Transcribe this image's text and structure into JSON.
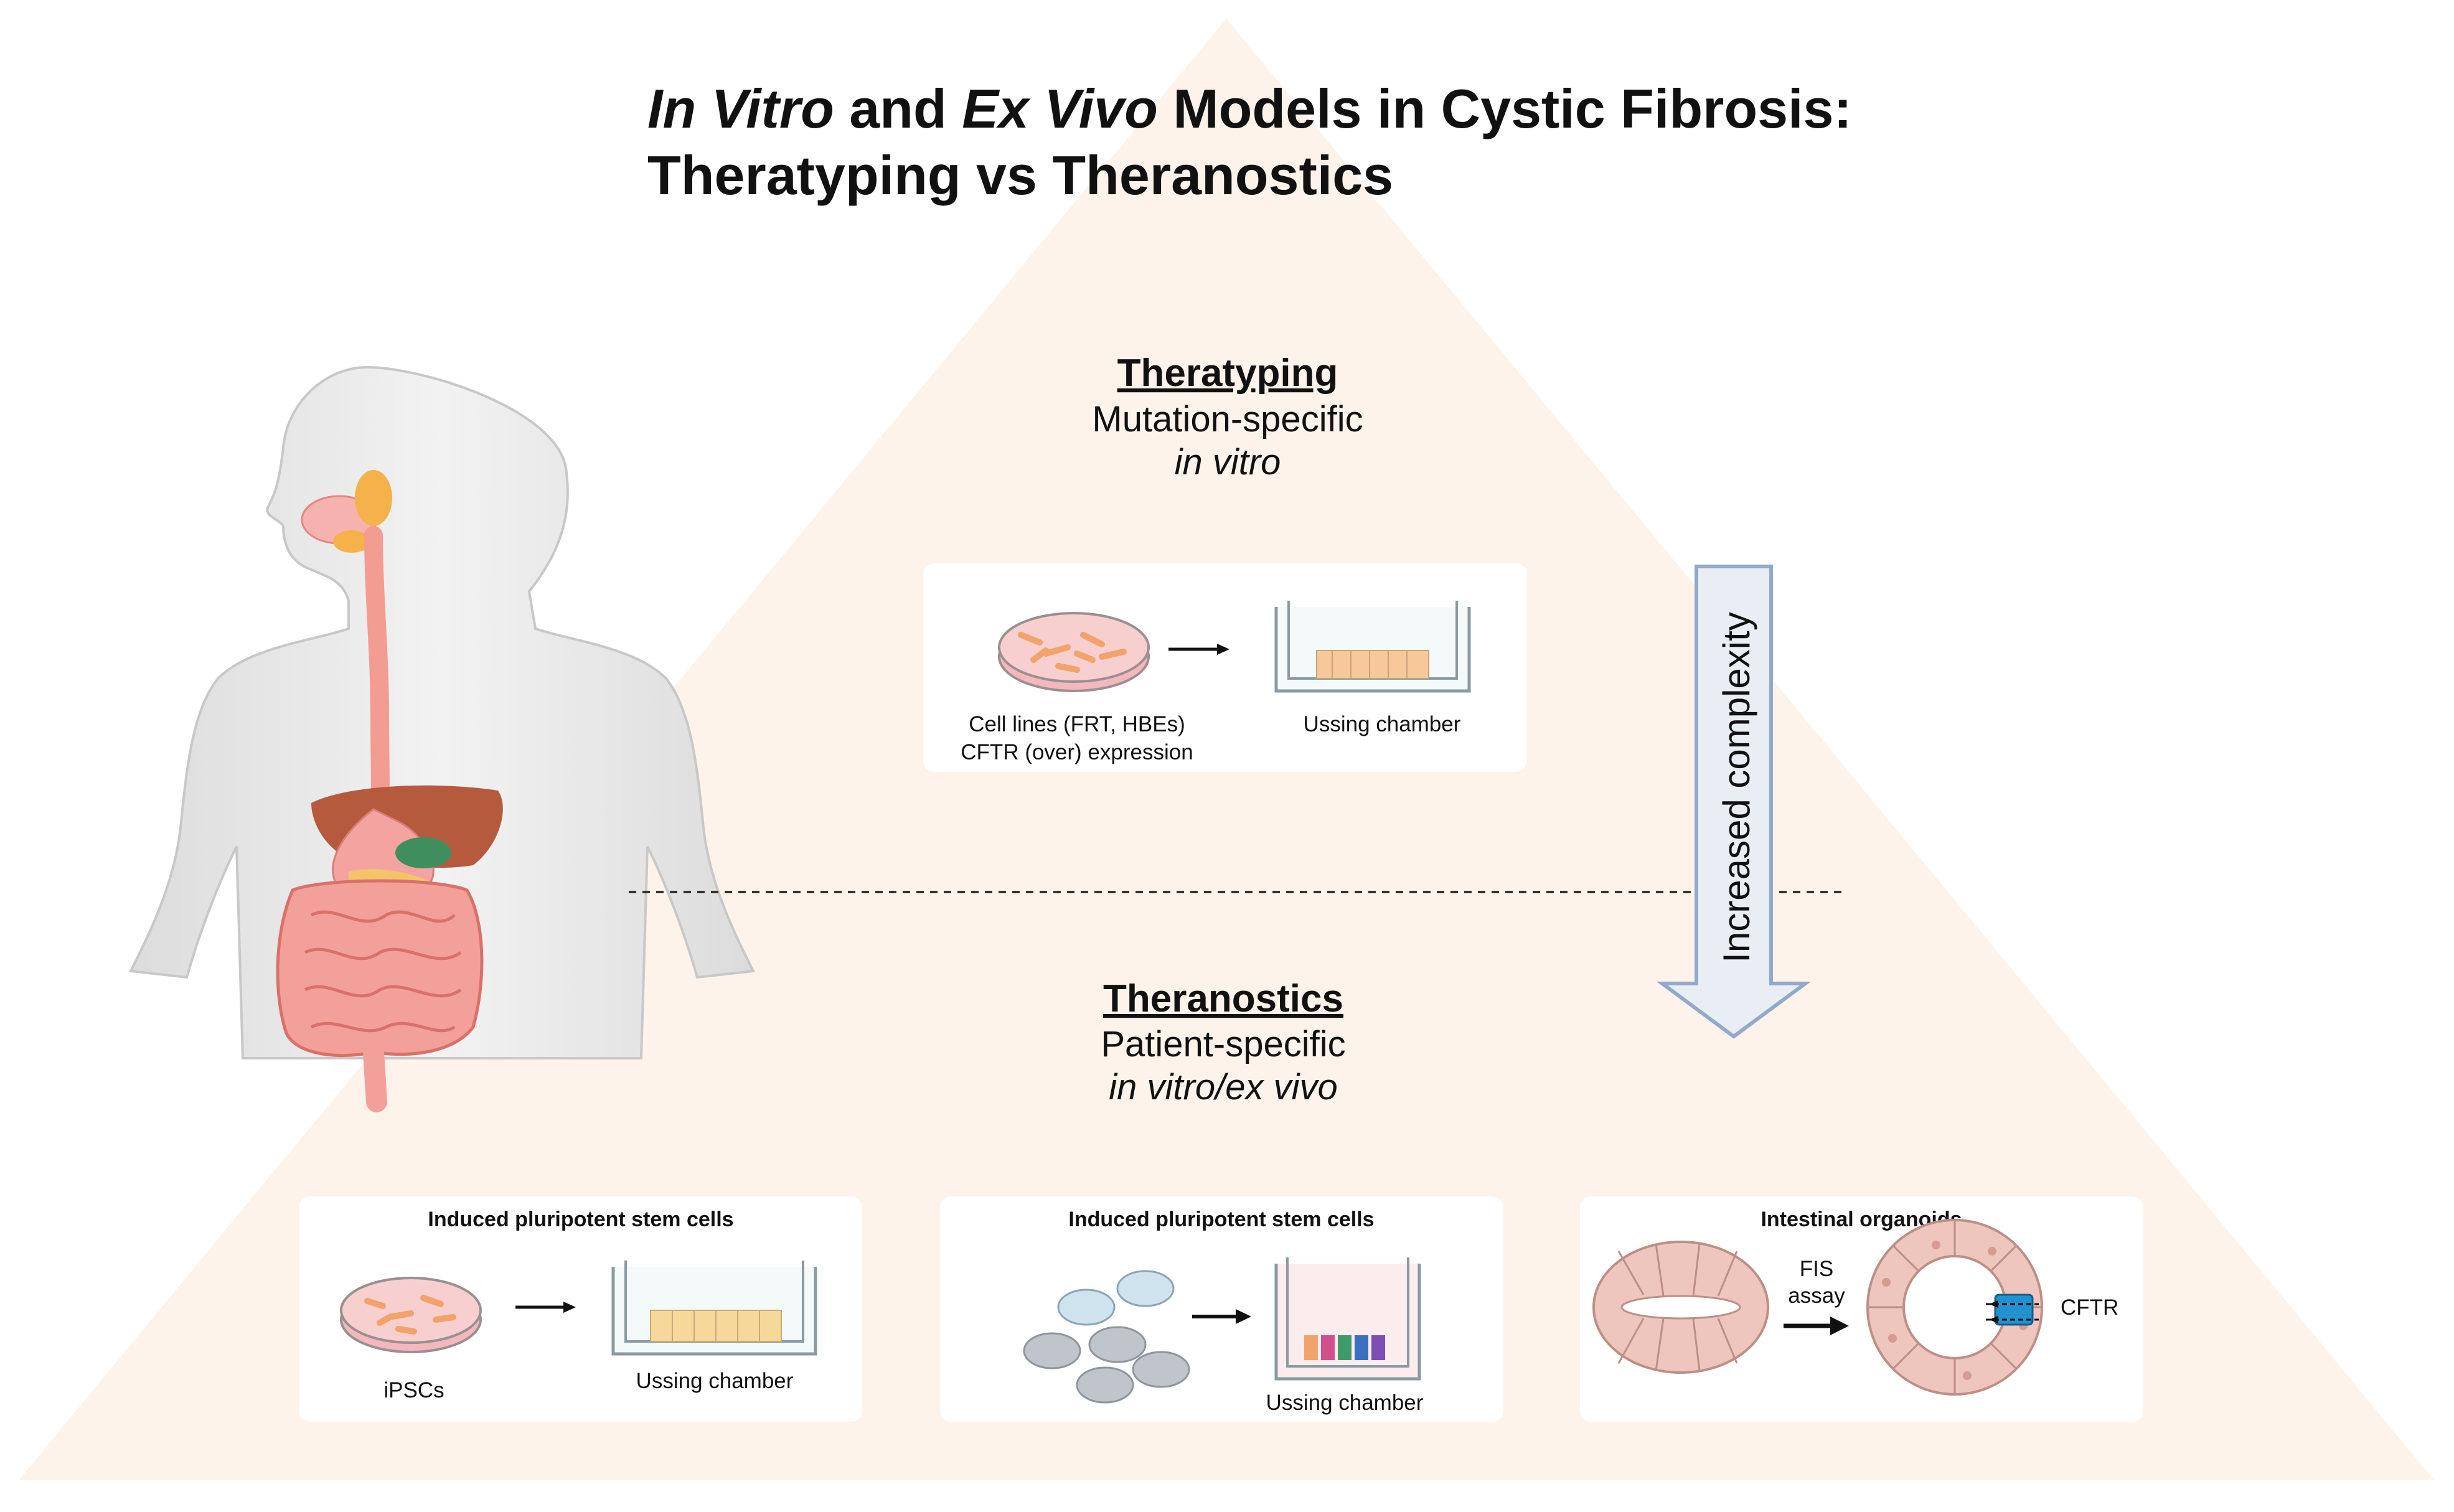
{
  "title": {
    "line1_part1": "In Vitro",
    "line1_part2": " and ",
    "line1_part3": "Ex Vivo",
    "line1_part4": " Models in Cystic Fibrosis:",
    "line2": "Theratyping vs Theranostics"
  },
  "theratyping": {
    "heading": "Theratyping",
    "subtitle": "Mutation-specific",
    "italic": "in vitro",
    "card": {
      "left_label_line1": "Cell lines (FRT, HBEs)",
      "left_label_line2": "CFTR (over) expression",
      "right_label": "Ussing chamber"
    }
  },
  "theranostics": {
    "heading": "Theranostics",
    "subtitle": "Patient-specific",
    "italic": "in vitro/ex vivo",
    "cards": [
      {
        "title": "Induced pluripotent stem cells",
        "left_label": "iPSCs",
        "right_label": "Ussing chamber"
      },
      {
        "title": "Induced pluripotent stem cells",
        "right_label": "Ussing chamber"
      },
      {
        "title": "Intestinal organoids",
        "arrow_label_line1": "FIS",
        "arrow_label_line2": "assay",
        "protein_label": "CFTR"
      }
    ]
  },
  "complexity_arrow": {
    "label": "Increased complexity"
  },
  "colors": {
    "pyramid": "#fdf3ea",
    "dish_pink": "#f3b8bd",
    "cell_orange": "#f2a36b",
    "organoid": "#efc6bd",
    "arrow_fill": "#e9eef5",
    "arrow_stroke": "#93a9c9",
    "cftr_blue": "#2491cf"
  },
  "icons": [
    "human-digestive-system-icon",
    "petri-dish-icon",
    "transwell-insert-icon",
    "organoid-icon",
    "cftr-channel-icon"
  ]
}
